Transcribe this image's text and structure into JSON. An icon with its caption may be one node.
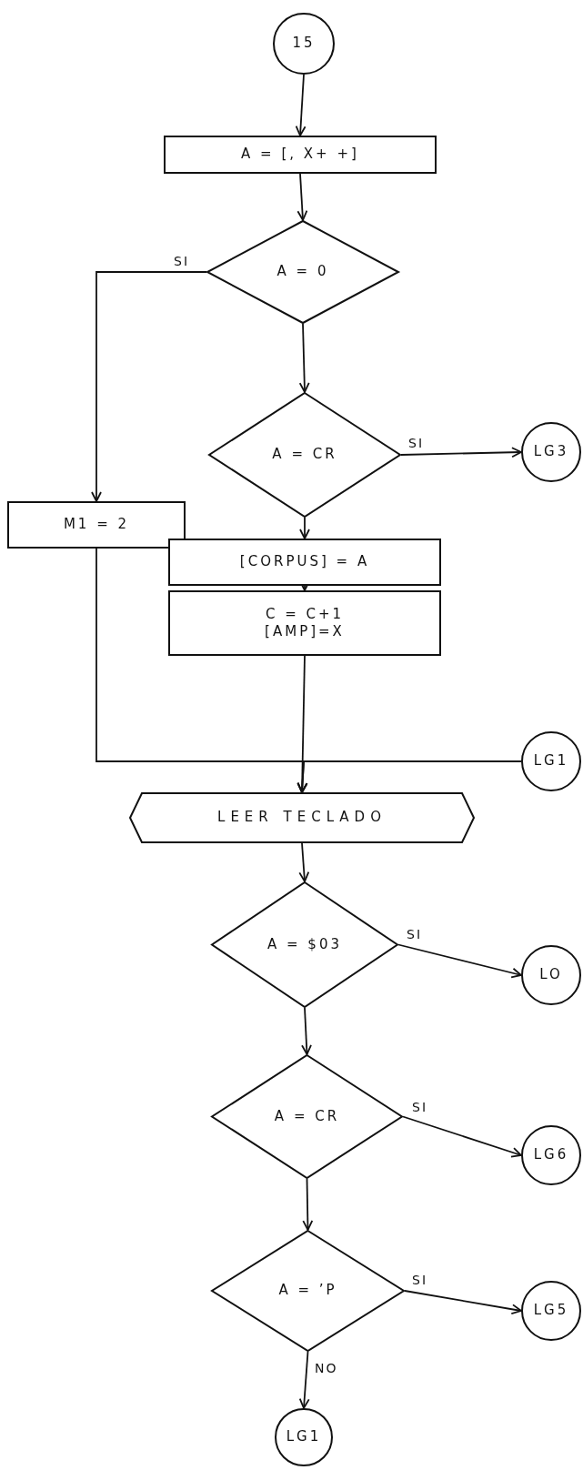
{
  "diagram": {
    "nodes": [
      {
        "text": [
          "15"
        ]
      },
      {
        "text": [
          "A = [, X+ +]"
        ]
      },
      {
        "text": [
          "A = 0"
        ]
      },
      {
        "text": [
          "A = CR"
        ]
      },
      {
        "text": [
          "LG3"
        ]
      },
      {
        "text": [
          "M1 = 2"
        ]
      },
      {
        "text": [
          "[CORPUS] = A"
        ]
      },
      {
        "text": [
          "C = C+1",
          "[AMP]=X"
        ]
      },
      {
        "text": [
          "LG1"
        ]
      },
      {
        "text": [
          "LEER TECLADO"
        ]
      },
      {
        "text": [
          "A = $03"
        ]
      },
      {
        "text": [
          "LO"
        ]
      },
      {
        "text": [
          "A = CR"
        ]
      },
      {
        "text": [
          "LG6"
        ]
      },
      {
        "text": [
          "A = ’P"
        ]
      },
      {
        "text": [
          "LG5"
        ]
      },
      {
        "text": [
          "LG1"
        ]
      }
    ],
    "edges": [
      {
        "from": 0,
        "to": 1,
        "arrow": "to"
      },
      {
        "from": 1,
        "to": 2,
        "arrow": "to"
      },
      {
        "from": 2,
        "to": 5,
        "arrow": "to",
        "label": "SI"
      },
      {
        "from": 2,
        "to": 3,
        "arrow": "to"
      },
      {
        "from": 3,
        "to": 4,
        "arrow": "to",
        "label": "SI"
      },
      {
        "from": 3,
        "to": 6,
        "arrow": "to"
      },
      {
        "from": 6,
        "to": 7,
        "arrow": "to"
      },
      {
        "from": 7,
        "to": 9,
        "arrow": "to"
      },
      {
        "from": 5,
        "to": 9,
        "arrow": "to"
      },
      {
        "from": 8,
        "to": 9,
        "arrow": "to"
      },
      {
        "from": 9,
        "to": 10,
        "arrow": "to"
      },
      {
        "from": 10,
        "to": 11,
        "arrow": "to",
        "label": "SI"
      },
      {
        "from": 10,
        "to": 12,
        "arrow": "to"
      },
      {
        "from": 12,
        "to": 13,
        "arrow": "to",
        "label": "SI"
      },
      {
        "from": 12,
        "to": 14,
        "arrow": "to"
      },
      {
        "from": 14,
        "to": 15,
        "arrow": "to",
        "label": "SI"
      },
      {
        "from": 14,
        "to": 16,
        "arrow": "to",
        "label": "NO"
      }
    ]
  }
}
